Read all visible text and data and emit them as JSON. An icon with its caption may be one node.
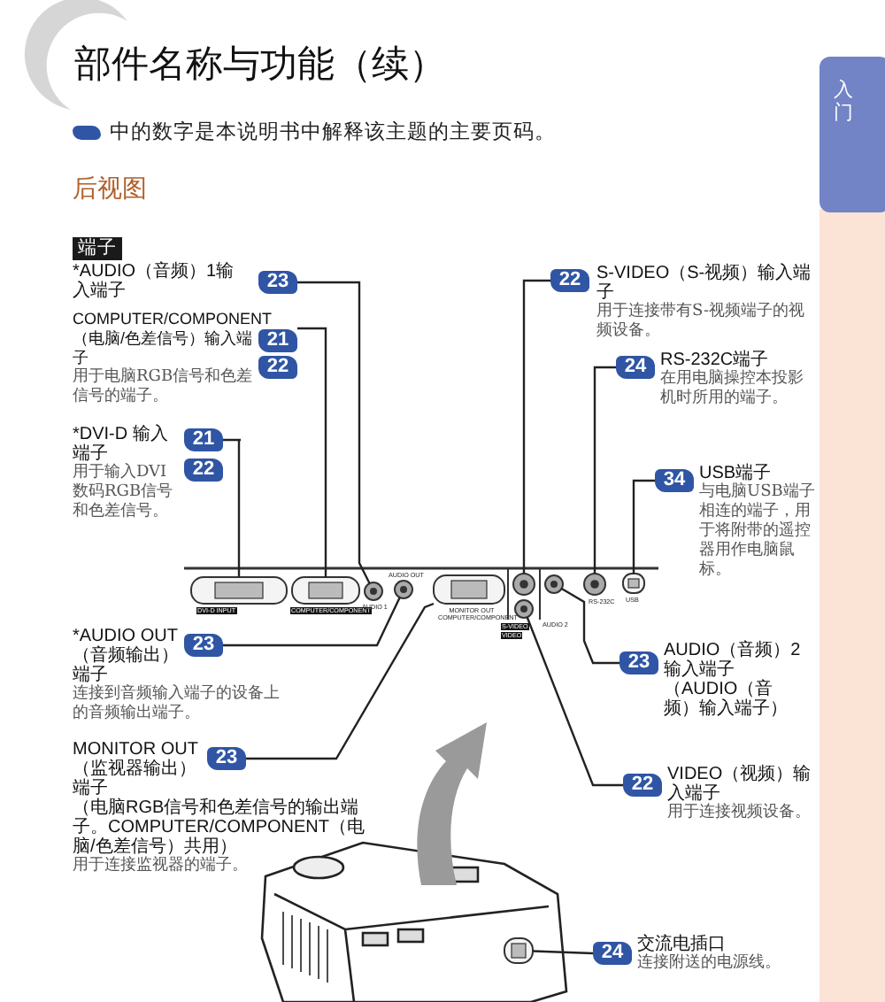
{
  "diagram": {
    "title": "部件名称与功能（续）",
    "nodes": [
      {
        "text": [
          "23"
        ],
        "beside": [
          "*AUDIO（音频）1输入端子"
        ]
      },
      {
        "text": [
          "21"
        ],
        "beside": [
          "COMPUTER/COMPONENT（电脑/色差信号）输入端子",
          "用于电脑RGB信号和色差信号的端子。"
        ]
      },
      {
        "text": [
          "22"
        ]
      },
      {
        "text": [
          "21"
        ],
        "beside": [
          "*DVI-D 输入端子",
          "用于输入DVI数码RGB信号和色差信号。"
        ]
      },
      {
        "text": [
          "22"
        ]
      },
      {
        "text": [
          "23"
        ],
        "beside": [
          "*AUDIO OUT（音频输出）端子",
          "连接到音频输入端子的设备上的音频输出端子。"
        ]
      },
      {
        "text": [
          "23"
        ],
        "beside": [
          "MONITOR OUT（监视器输出）端子",
          "（电脑RGB信号和色差信号的输出端子。COMPUTER/COMPONENT（电脑/色差信号）共用）",
          "用于连接监视器的端子。"
        ]
      },
      {
        "text": [
          "22"
        ],
        "beside": [
          "S-VIDEO（S-视频）输入端子",
          "用于连接带有S-视频端子的视频设备。"
        ]
      },
      {
        "text": [
          "24"
        ],
        "beside": [
          "RS-232C端子",
          "在用电脑操控本投影机时所用的端子。"
        ]
      },
      {
        "text": [
          "34"
        ],
        "beside": [
          "USB端子",
          "与电脑USB端子相连的端子，用于将附带的遥控器用作电脑鼠标。"
        ]
      },
      {
        "text": [
          "23"
        ],
        "beside": [
          "AUDIO（音频）2输入端子（AUDIO（音频）输入端子）"
        ]
      },
      {
        "text": [
          "22"
        ],
        "beside": [
          "VIDEO（视频）输入端子",
          "用于连接视频设备。"
        ]
      },
      {
        "text": [
          "24"
        ],
        "beside": [
          "交流电插口",
          "连接附送的电源线。"
        ]
      },
      {
        "text": [],
        "shape": "box"
      },
      {
        "text": [],
        "shape": "box"
      },
      {
        "text": [],
        "shape": "circle"
      },
      {
        "text": [],
        "shape": "circle"
      },
      {
        "text": [],
        "shape": "box"
      },
      {
        "text": [],
        "shape": "circle"
      },
      {
        "text": [],
        "shape": "circle"
      },
      {
        "text": [],
        "shape": "circle"
      },
      {
        "text": [],
        "shape": "box"
      },
      {
        "text": [],
        "shape": "circle"
      },
      {
        "text": [],
        "shape": "box"
      }
    ],
    "edges": [
      {
        "from": 0,
        "to": 15,
        "arrow": "none"
      },
      {
        "from": 1,
        "to": 14,
        "arrow": "none"
      },
      {
        "from": 3,
        "to": 13,
        "arrow": "none"
      },
      {
        "from": 5,
        "to": 16,
        "arrow": "none"
      },
      {
        "from": 6,
        "to": 17,
        "arrow": "none"
      },
      {
        "from": 7,
        "to": 18,
        "arrow": "none"
      },
      {
        "from": 8,
        "to": 20,
        "arrow": "none"
      },
      {
        "from": 9,
        "to": 21,
        "arrow": "none"
      },
      {
        "from": 10,
        "to": 19,
        "arrow": "none"
      },
      {
        "from": 11,
        "to": 22,
        "arrow": "none"
      },
      {
        "from": 12,
        "to": 23,
        "arrow": "none"
      }
    ],
    "labels": [
      "入门",
      "后视图",
      "端子",
      "DVI-D INPUT",
      "COMPUTER/COMPONENT",
      "AUDIO 1",
      "AUDIO OUT",
      "MONITOR OUT COMPUTER/COMPONENT",
      "S-VIDEO",
      "VIDEO",
      "AUDIO 2",
      "RS-232C",
      "USB"
    ],
    "legend": [
      {
        "text": "中的数字是本说明书中解释该主题的主要页码。",
        "color": "#2f55a4"
      }
    ]
  }
}
